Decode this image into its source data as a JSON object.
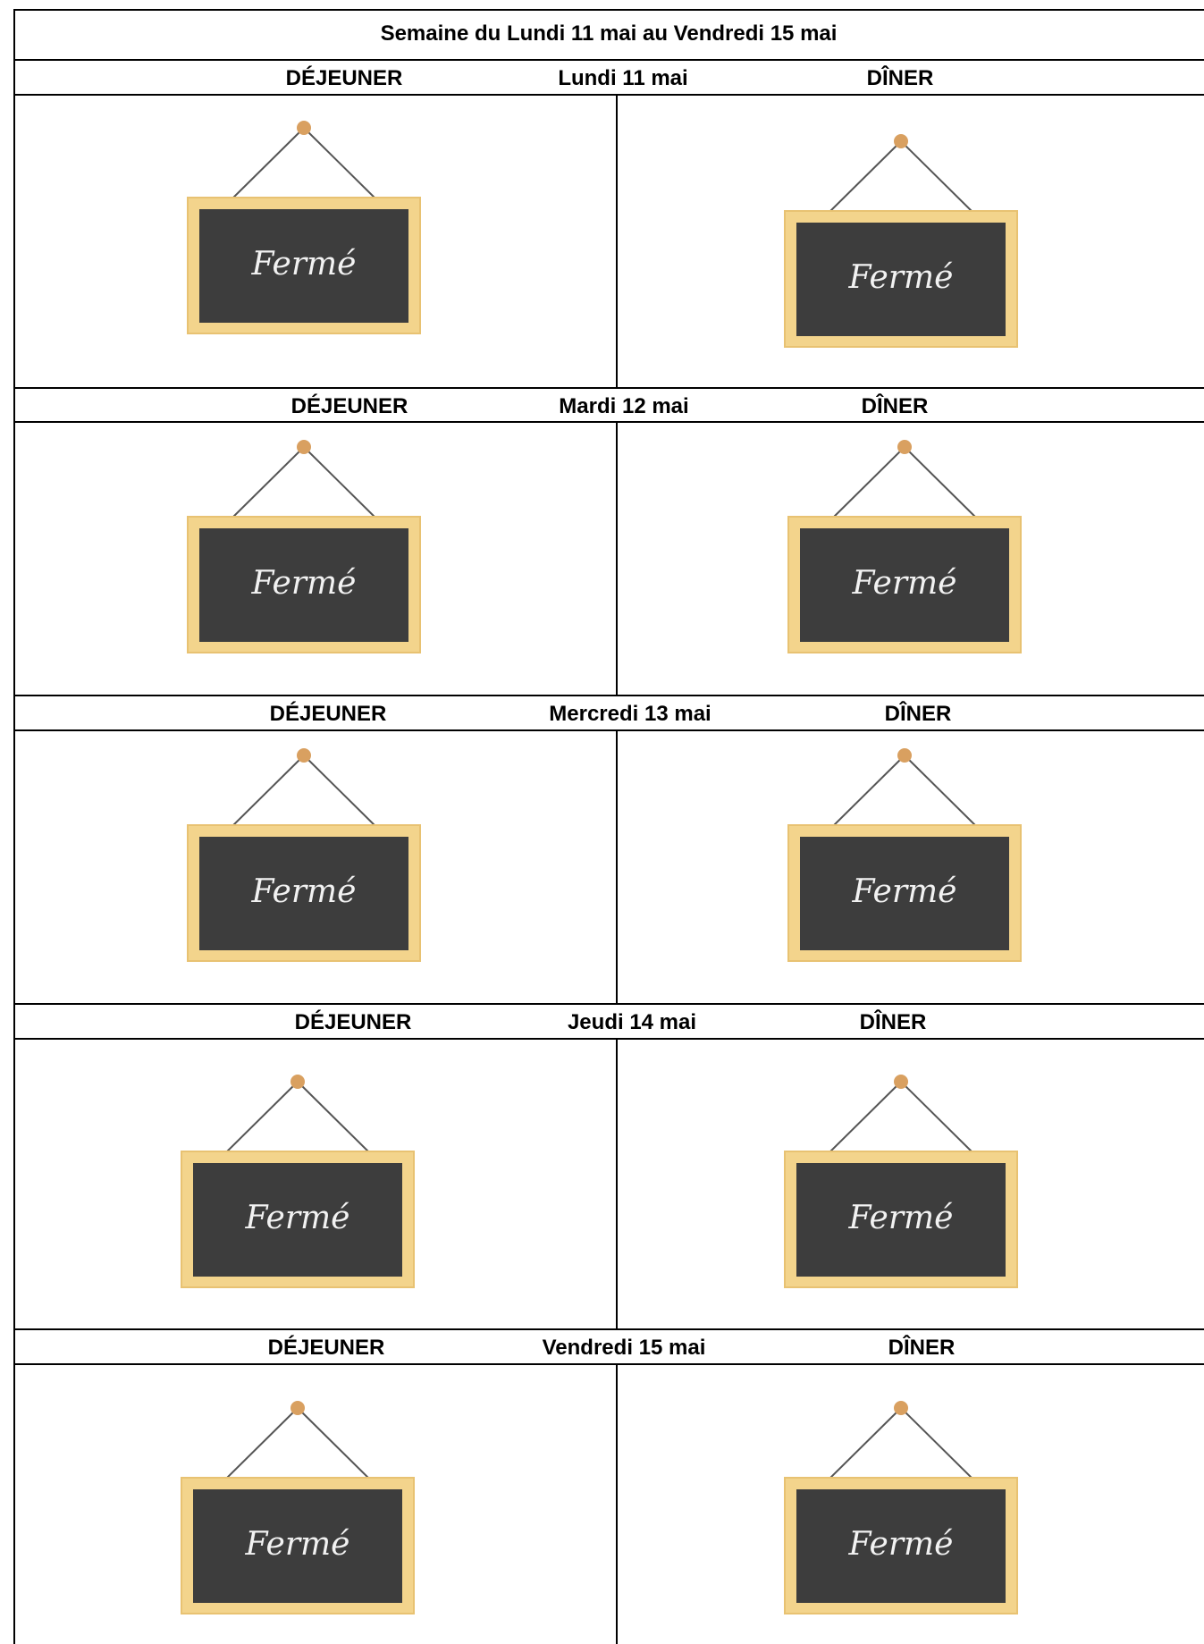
{
  "week_title": "Semaine du Lundi 11 mai au Vendredi 15 mai",
  "days": [
    {
      "lunch_label": "DÉJEUNER",
      "day": "Lundi 11 mai",
      "dinner_label": "DÎNER",
      "lunch_sign": "Fermé",
      "dinner_sign": "Fermé"
    },
    {
      "lunch_label": "DÉJEUNER",
      "day": "Mardi 12 mai",
      "dinner_label": "DÎNER",
      "lunch_sign": "Fermé",
      "dinner_sign": "Fermé"
    },
    {
      "lunch_label": "DÉJEUNER",
      "day": "Mercredi 13 mai",
      "dinner_label": "DÎNER",
      "lunch_sign": "Fermé",
      "dinner_sign": "Fermé"
    },
    {
      "lunch_label": "DÉJEUNER",
      "day": "Jeudi 14 mai",
      "dinner_label": "DÎNER",
      "lunch_sign": "Fermé",
      "dinner_sign": "Fermé"
    },
    {
      "lunch_label": "DÉJEUNER",
      "day": "Vendredi 15 mai",
      "dinner_label": "DÎNER",
      "lunch_sign": "Fermé",
      "dinner_sign": "Fermé"
    }
  ],
  "colors": {
    "board": "#3d3d3d",
    "frame": "#f3d48c",
    "frame_edge": "#e8c272",
    "nail": "#d9a060",
    "string": "#555555",
    "chalk": "#f2f2f2"
  }
}
